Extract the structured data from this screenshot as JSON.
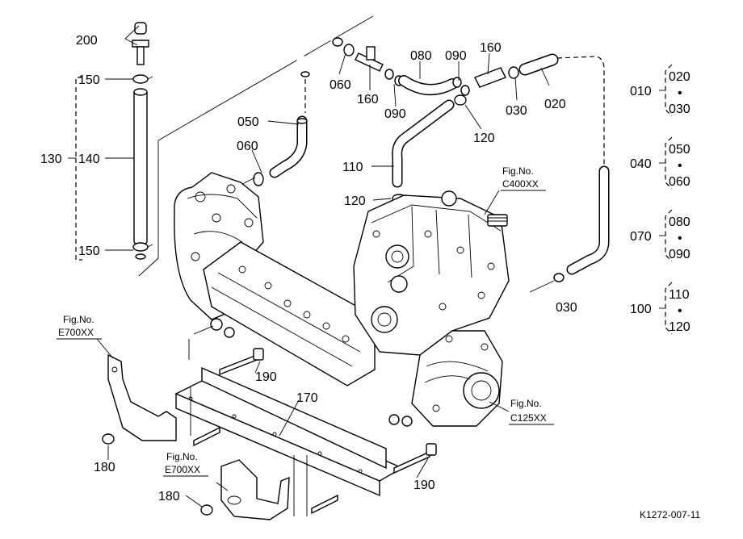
{
  "labels": {
    "p200": "200",
    "p150a": "150",
    "p150b": "150",
    "p130": "130",
    "p140": "140",
    "p050": "050",
    "p060a": "060",
    "p060b": "060",
    "p160a": "160",
    "p160b": "160",
    "p080": "080",
    "p090a": "090",
    "p090b": "090",
    "p030a": "030",
    "p030b": "030",
    "p020": "020",
    "p120a": "120",
    "p120b": "120",
    "p110": "110",
    "p190a": "190",
    "p190b": "190",
    "p170": "170",
    "p180a": "180",
    "p180b": "180"
  },
  "fig_refs": [
    {
      "fig": "Fig.No.",
      "code": "C400XX"
    },
    {
      "fig": "Fig.No.",
      "code": "E700XX"
    },
    {
      "fig": "Fig.No.",
      "code": "E700XX"
    },
    {
      "fig": "Fig.No.",
      "code": "C125XX"
    }
  ],
  "groups": [
    {
      "parent": "010",
      "top": "020",
      "dot": "•",
      "bottom": "030"
    },
    {
      "parent": "040",
      "top": "050",
      "dot": "•",
      "bottom": "060"
    },
    {
      "parent": "070",
      "top": "080",
      "dot": "•",
      "bottom": "090"
    },
    {
      "parent": "100",
      "top": "110",
      "dot": "•",
      "bottom": "120"
    }
  ],
  "drawing_code": "K1272-007-11"
}
